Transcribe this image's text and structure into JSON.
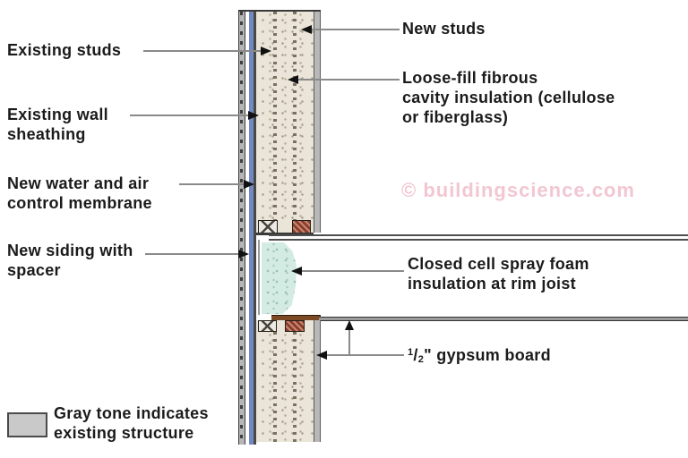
{
  "watermark": "© buildingscience.com",
  "callouts": {
    "existing_studs": "Existing studs",
    "existing_wall_sheathing": "Existing wall\nsheathing",
    "new_water_air_membrane": "New water and air\ncontrol membrane",
    "new_siding_with_spacer": "New siding with\nspacer",
    "new_studs": "New studs",
    "loose_fill_insulation": "Loose-fill fibrous\ncavity insulation (cellulose\nor fiberglass)",
    "spray_foam": "Closed cell spray foam\ninsulation at rim joist",
    "gypsum_fraction_numerator": "1",
    "gypsum_fraction_slash": "/",
    "gypsum_fraction_denominator": "2",
    "gypsum_board": "\" gypsum board"
  },
  "legend": {
    "label": "Gray tone indicates\nexisting structure"
  },
  "colors": {
    "cavity_beige": "#eae5d8",
    "foam_teal": "#d3ebe3",
    "membrane_blue": "#7289c4",
    "sheathing_dark": "#4a4a45",
    "siding_gray": "#b6b6b6",
    "gypsum_gray": "#b8b8b8",
    "existing_gray": "#c9c9c9",
    "new_wood_red": "#8e3a2e",
    "floor_brown": "#7b4a24",
    "leader_gray": "#8a8a8a",
    "arrow_black": "#111111",
    "text_dark": "#1b1b1b",
    "watermark_pink": "#f2c6d2"
  }
}
